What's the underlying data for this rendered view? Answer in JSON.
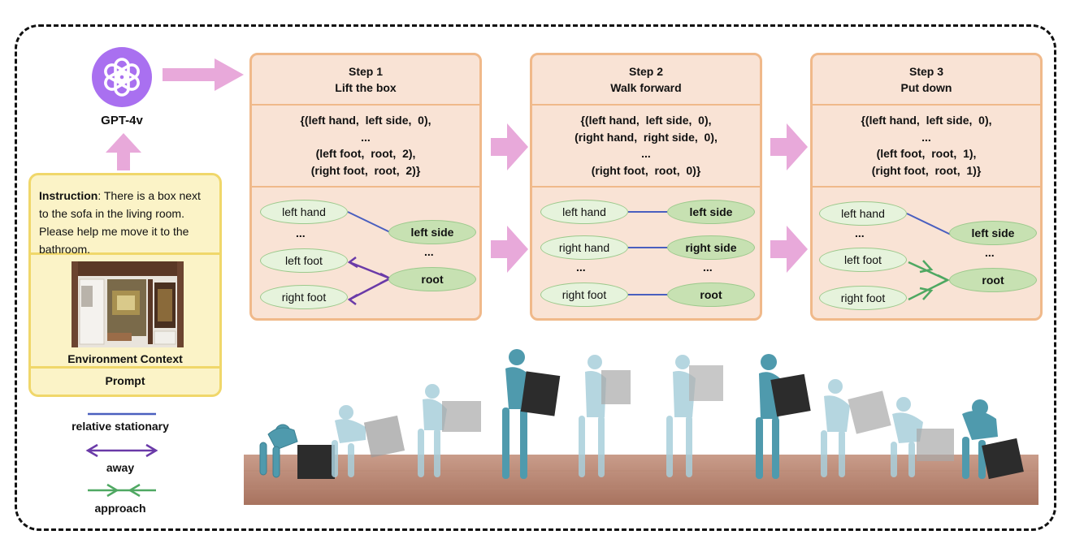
{
  "gpt": {
    "label": "GPT-4v",
    "color": "#a970f0"
  },
  "prompt": {
    "instruction_label": "Instruction",
    "instruction_text": ": There is a box next to the sofa in the living room. Please help me move it to the bathroom.",
    "env_label": "Environment Context",
    "prompt_label": "Prompt"
  },
  "legend": {
    "items": [
      {
        "label": "relative stationary",
        "color": "#4a5fbf"
      },
      {
        "label": "away",
        "color": "#6a3aa8"
      },
      {
        "label": "approach",
        "color": "#4fa862"
      }
    ]
  },
  "steps": [
    {
      "title": "Step 1",
      "subtitle": "Lift the box",
      "code": "{(left hand,  left side,  0),\n...\n(left foot,  root,  2),\n(right foot,  root,  2)}",
      "left_nodes": [
        "left hand",
        "...",
        "left foot",
        "right foot"
      ],
      "right_nodes": [
        "left side",
        "...",
        "root"
      ]
    },
    {
      "title": "Step 2",
      "subtitle": "Walk forward",
      "code": "{(left hand,  left side,  0),\n(right hand,  right side,  0),\n...\n(right foot,  root,  0)}",
      "left_nodes": [
        "left hand",
        "right hand",
        "...",
        "right foot"
      ],
      "right_nodes": [
        "left side",
        "right side",
        "...",
        "root"
      ]
    },
    {
      "title": "Step 3",
      "subtitle": "Put down",
      "code": "{(left hand,  left side,  0),\n...\n(left foot,  root,  1),\n(right foot,  root,  1)}",
      "left_nodes": [
        "left hand",
        "...",
        "left foot",
        "right foot"
      ],
      "right_nodes": [
        "left side",
        "...",
        "root"
      ]
    }
  ],
  "colors": {
    "step_fill": "#f9e3d5",
    "step_border": "#f0b98a",
    "prompt_fill": "#fbf3c7",
    "prompt_border": "#f0d76a",
    "flow_arrow": "#e8a9da",
    "node_light": "#e6f3dc",
    "node_dark": "#c7e1b2"
  }
}
